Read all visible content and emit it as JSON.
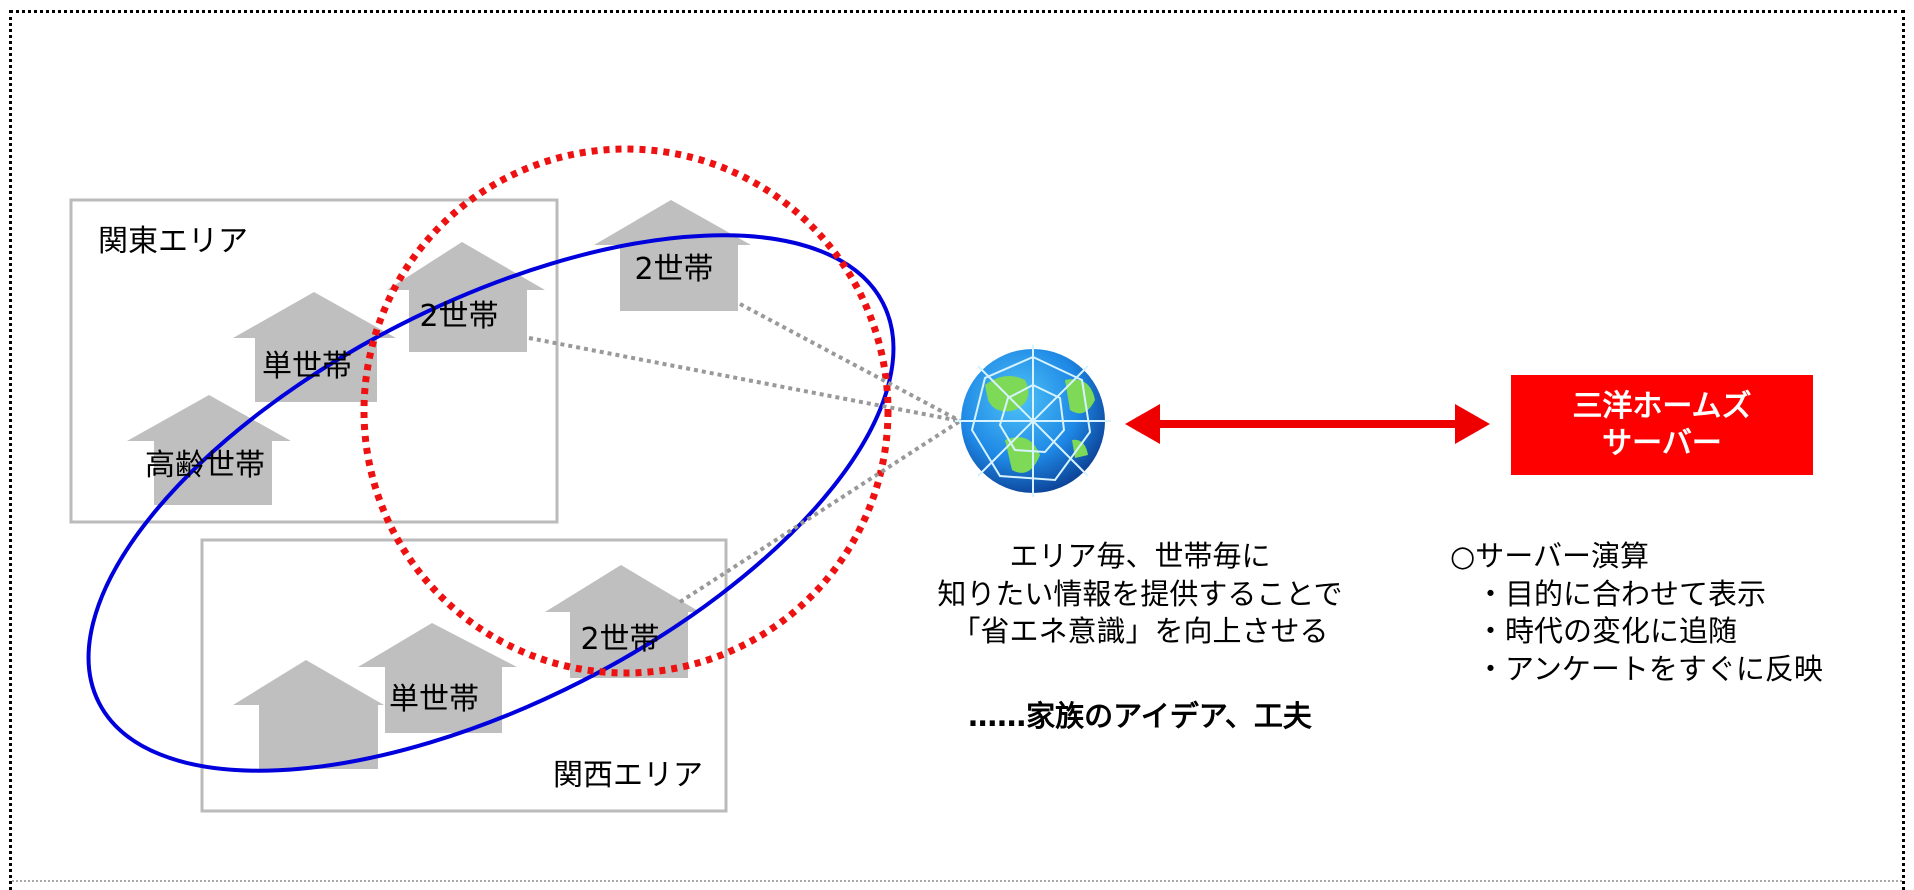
{
  "areas": {
    "kanto": "関東エリア",
    "kansai": "関西エリア"
  },
  "houses": [
    {
      "id": "kanto-2setai-left",
      "label": "2世帯"
    },
    {
      "id": "kanto-2setai-right",
      "label": "2世帯"
    },
    {
      "id": "kanto-tansetai",
      "label": "単世帯"
    },
    {
      "id": "kanto-koureisetai",
      "label": "高齢世帯"
    },
    {
      "id": "kansai-2setai",
      "label": "2世帯"
    },
    {
      "id": "kansai-tansetai",
      "label": "単世帯"
    },
    {
      "id": "kansai-blank",
      "label": ""
    }
  ],
  "server": {
    "line1": "三洋ホームズ",
    "line2": "サーバー"
  },
  "message": {
    "line1": "エリア毎、世帯毎に",
    "line2": "知りたい情報を提供することで",
    "line3": "「省エネ意識」を向上させる",
    "emphasis": "……家族のアイデア、工夫"
  },
  "server_calc": {
    "title": "○サーバー演算",
    "items": [
      "・目的に合わせて表示",
      "・時代の変化に追随",
      "・アンケートをすぐに反映"
    ]
  },
  "colors": {
    "server_box": "#ff0000",
    "ellipse_blue": "#0000dd",
    "circle_red": "#ee1111",
    "house_gray": "#bfbfbf",
    "arrow_red": "#ee0000"
  },
  "icons": {
    "globe": "globe-network-icon"
  }
}
